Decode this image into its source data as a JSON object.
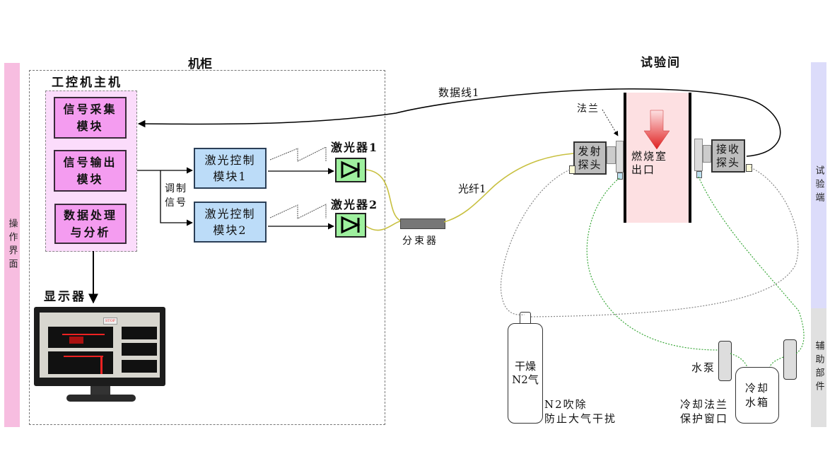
{
  "sidebars": {
    "left": {
      "label": "操作界面",
      "color": "#f7bde0"
    },
    "right_test": {
      "label": "试验端",
      "color": "#dcdcfa"
    },
    "right_aux": {
      "label": "辅助部件",
      "color": "#e0e0e0"
    }
  },
  "cabinet": {
    "title": "机柜",
    "host": {
      "title": "工控机主机",
      "modules": [
        {
          "label": "信号采集\n模块"
        },
        {
          "label": "信号输出\n模块"
        },
        {
          "label": "数据处理\n与分析"
        }
      ]
    },
    "modulation_label": "调制\n信号",
    "laser_controls": [
      {
        "label": "激光控制\n模块1"
      },
      {
        "label": "激光控制\n模块2"
      }
    ],
    "lasers": [
      {
        "label": "激光器1"
      },
      {
        "label": "激光器2"
      }
    ],
    "display_label": "显示器",
    "monitor_stop": "STOP"
  },
  "splitter_label": "分束器",
  "fiber_label": "光纤1",
  "data_line_label": "数据线1",
  "test_room": {
    "title": "试验间",
    "flange_label": "法兰",
    "emitter": "发射\n探头",
    "receiver": "接收\n探头",
    "chamber": "燃烧室\n出口"
  },
  "aux": {
    "n2_tank": "干燥\nN2气",
    "n2_note": "N2吹除\n防止大气干扰",
    "pump": "水泵",
    "flange_note": "冷却法兰\n保护窗口",
    "tank": "冷却\n水箱"
  },
  "colors": {
    "fiber": "#c8c040",
    "coolant": "#3aa83a",
    "purge": "#888888",
    "laser_fill": "#9ef09e",
    "chamber": "#fde0e2",
    "arrow": "#e02020"
  }
}
